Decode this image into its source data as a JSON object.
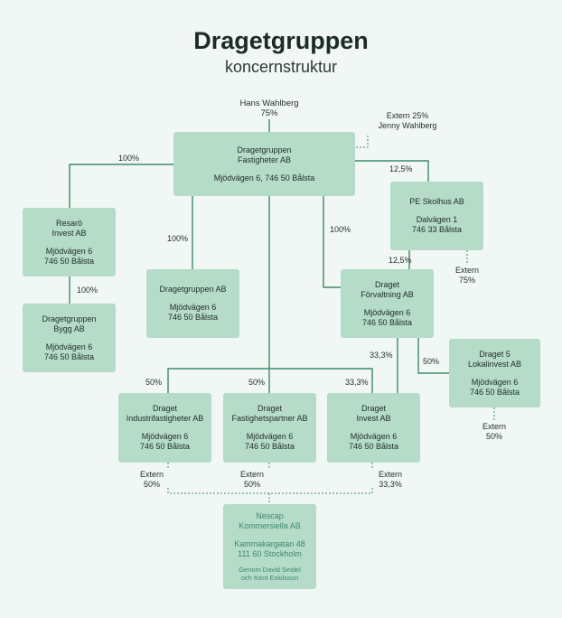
{
  "header": {
    "title": "Dragetgruppen",
    "subtitle": "koncernstruktur"
  },
  "owner": {
    "name": "Hans Wahlberg",
    "share": "75%"
  },
  "external_owner": {
    "line1": "Extern 25%",
    "line2": "Jenny Wahlberg"
  },
  "companies": {
    "fastigheter": {
      "name1": "Dragetgruppen",
      "name2": "Fastigheter AB",
      "address": "Mjödvägen 6, 746 50 Bålsta"
    },
    "resaro": {
      "name1": "Resarö",
      "name2": "Invest AB",
      "addr1": "Mjödvägen 6",
      "addr2": "746 50 Bålsta"
    },
    "bygg": {
      "name1": "Dragetgruppen",
      "name2": "Bygg AB",
      "addr1": "Mjödvägen 6",
      "addr2": "746 50 Bålsta"
    },
    "dragetgruppen_ab": {
      "name1": "Dragetgruppen AB",
      "addr1": "Mjödvägen 6",
      "addr2": "746 50 Bålsta"
    },
    "skolhus": {
      "name1": "PE Skolhus AB",
      "addr1": "Dalvägen 1",
      "addr2": "746 33 Bålsta"
    },
    "forvaltning": {
      "name1": "Draget",
      "name2": "Förvaltning AB",
      "addr1": "Mjödvägen 6",
      "addr2": "746 50 Bålsta"
    },
    "lokalinvest": {
      "name1": "Draget 5",
      "name2": "Lokalinvest AB",
      "addr1": "Mjödvägen 6",
      "addr2": "746 50 Bålsta"
    },
    "industri": {
      "name1": "Draget",
      "name2": "Industrifastigheter AB",
      "addr1": "Mjödvägen 6",
      "addr2": "746 50 Bålsta"
    },
    "partner": {
      "name1": "Draget",
      "name2": "Fastighetspartner AB",
      "addr1": "Mjödvägen 6",
      "addr2": "746 50 Bålsta"
    },
    "invest": {
      "name1": "Draget",
      "name2": "Invest AB",
      "addr1": "Mjödvägen 6",
      "addr2": "746 50 Bålsta"
    },
    "nescap": {
      "name1": "Nescap",
      "name2": "Kommersiella AB",
      "addr1": "Kammakargatan 48",
      "addr2": "111 60 Stockholm",
      "note1": "Genom David Seidel",
      "note2": "och Kent Eskilsson"
    }
  },
  "labels": {
    "resaro_pct": "100%",
    "bygg_pct": "100%",
    "dragetgruppen_ab_pct": "100%",
    "forvaltning_pct": "100%",
    "skolhus_pct": "12,5%",
    "forvaltning_skolhus_pct": "12,5%",
    "skolhus_ext1": "Extern",
    "skolhus_ext2": "75%",
    "forv_invest_pct": "33,3%",
    "lokalinvest_pct": "50%",
    "lokalinvest_ext1": "Extern",
    "lokalinvest_ext2": "50%",
    "industri_pct": "50%",
    "partner_pct": "50%",
    "invest_pct": "33,3%",
    "industri_ext1": "Extern",
    "industri_ext2": "50%",
    "partner_ext1": "Extern",
    "partner_ext2": "50%",
    "invest_ext1": "Extern",
    "invest_ext2": "33,3%"
  },
  "colors": {
    "background": "#f1f7f4",
    "box": "#b5dbc9",
    "line": "#3d8b6c",
    "accent_text": "#3c8a6d"
  }
}
